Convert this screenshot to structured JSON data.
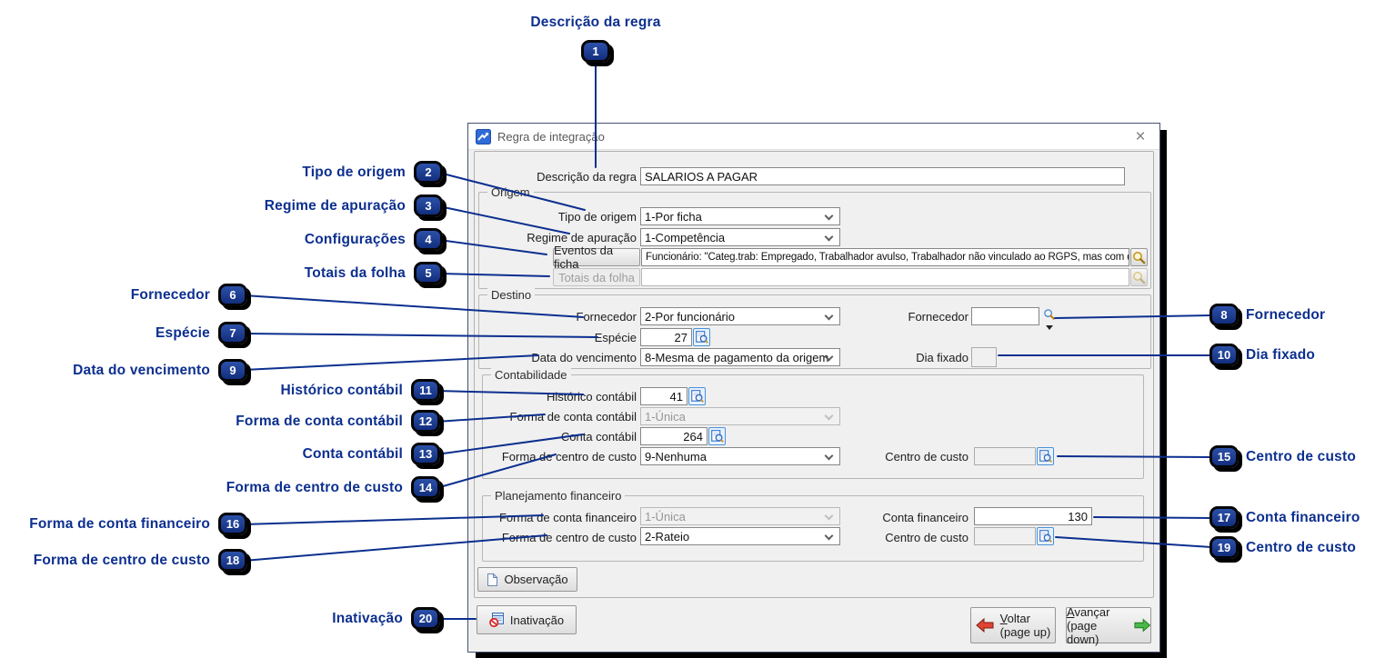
{
  "window": {
    "title": "Regra de integração",
    "close_glyph": "×"
  },
  "form": {
    "descricao": {
      "label": "Descrição da regra",
      "value": "SALARIOS A PAGAR"
    },
    "origem": {
      "legend": "Origem",
      "tipo_origem": {
        "label": "Tipo de origem",
        "value": "1-Por ficha"
      },
      "regime_apuracao": {
        "label": "Regime de apuração",
        "value": "1-Competência"
      },
      "eventos_ficha": {
        "button": "Eventos da ficha",
        "value": "Funcionário: \"Categ.trab: Empregado, Trabalhador avulso, Trabalhador não vinculado ao RGPS, mas com direi"
      },
      "totais_folha": {
        "button": "Totais da folha",
        "value": ""
      }
    },
    "destino": {
      "legend": "Destino",
      "fornecedor_combo": {
        "label": "Fornecedor",
        "value": "2-Por funcionário"
      },
      "fornecedor_lookup": {
        "label": "Fornecedor",
        "value": ""
      },
      "especie": {
        "label": "Espécie",
        "value": "27"
      },
      "data_vencimento": {
        "label": "Data do vencimento",
        "value": "8-Mesma de pagamento da origem"
      },
      "dia_fixado": {
        "label": "Dia fixado",
        "value": ""
      }
    },
    "contabilidade": {
      "legend": "Contabilidade",
      "historico": {
        "label": "Histórico contábil",
        "value": "41"
      },
      "forma_conta": {
        "label": "Forma de conta contábil",
        "value": "1-Única"
      },
      "conta": {
        "label": "Conta contábil",
        "value": "264"
      },
      "forma_centro": {
        "label": "Forma de centro de custo",
        "value": "9-Nenhuma"
      },
      "centro_custo": {
        "label": "Centro de custo",
        "value": ""
      }
    },
    "planejamento": {
      "legend": "Planejamento financeiro",
      "forma_conta_fin": {
        "label": "Forma de conta financeiro",
        "value": "1-Única"
      },
      "conta_fin": {
        "label": "Conta financeiro",
        "value": "130"
      },
      "forma_centro": {
        "label": "Forma de centro de custo",
        "value": "2-Rateio"
      },
      "centro_custo": {
        "label": "Centro de custo",
        "value": ""
      }
    }
  },
  "buttons": {
    "observacao": "Observação",
    "inativacao": "Inativação",
    "voltar": {
      "accel": "V",
      "rest": "oltar",
      "sub": "(page up)"
    },
    "avancar": {
      "accel": "A",
      "rest": "vançar",
      "sub": "(page down)"
    }
  },
  "callouts": [
    {
      "num": "1",
      "label": "Descrição da regra"
    },
    {
      "num": "2",
      "label": "Tipo de origem"
    },
    {
      "num": "3",
      "label": "Regime de apuração"
    },
    {
      "num": "4",
      "label": "Configurações"
    },
    {
      "num": "5",
      "label": "Totais da folha"
    },
    {
      "num": "6",
      "label": "Fornecedor"
    },
    {
      "num": "7",
      "label": "Espécie"
    },
    {
      "num": "8",
      "label": "Fornecedor"
    },
    {
      "num": "9",
      "label": "Data do vencimento"
    },
    {
      "num": "10",
      "label": "Dia fixado"
    },
    {
      "num": "11",
      "label": "Histórico contábil"
    },
    {
      "num": "12",
      "label": "Forma de conta contábil"
    },
    {
      "num": "13",
      "label": "Conta contábil"
    },
    {
      "num": "14",
      "label": "Forma de centro de custo"
    },
    {
      "num": "15",
      "label": "Centro de custo"
    },
    {
      "num": "16",
      "label": "Forma de conta financeiro"
    },
    {
      "num": "17",
      "label": "Conta financeiro"
    },
    {
      "num": "18",
      "label": "Forma de centro de custo"
    },
    {
      "num": "19",
      "label": "Centro de custo"
    },
    {
      "num": "20",
      "label": "Inativação"
    }
  ],
  "colors": {
    "callout_navy": "#0c2f8f",
    "badge_fill": "#16388e",
    "arrow_red": "#e04433",
    "arrow_green": "#49b749",
    "lookup_blue": "#3f79cc",
    "magnifier_gold": "#c49a18"
  }
}
